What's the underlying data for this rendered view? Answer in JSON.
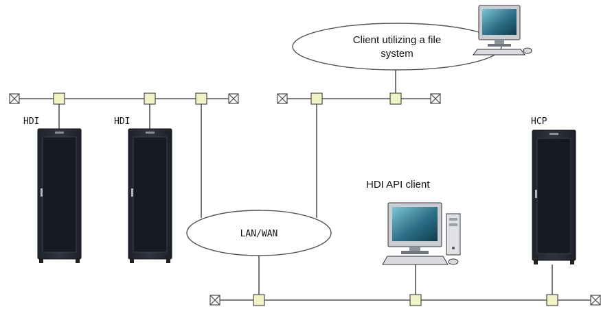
{
  "nodes": {
    "hdi_1": {
      "label": "HDI",
      "icon": "server-rack-icon"
    },
    "hdi_2": {
      "label": "HDI",
      "icon": "server-rack-icon"
    },
    "hcp": {
      "label": "HCP",
      "icon": "server-rack-icon"
    },
    "api_client": {
      "label": "HDI API client",
      "icon": "desktop-computer-icon"
    },
    "fs_client": {
      "label_line1": "Client utilizing a file",
      "label_line2": "system",
      "icon": "desktop-computer-icon"
    },
    "network": {
      "label": "LAN/WAN",
      "icon": "cloud-icon"
    }
  },
  "colors": {
    "connector_fill": "#f3f3c8",
    "rack_body": "#2a2e38",
    "monitor_screen": "#2c6f86",
    "wire": "#555555"
  }
}
